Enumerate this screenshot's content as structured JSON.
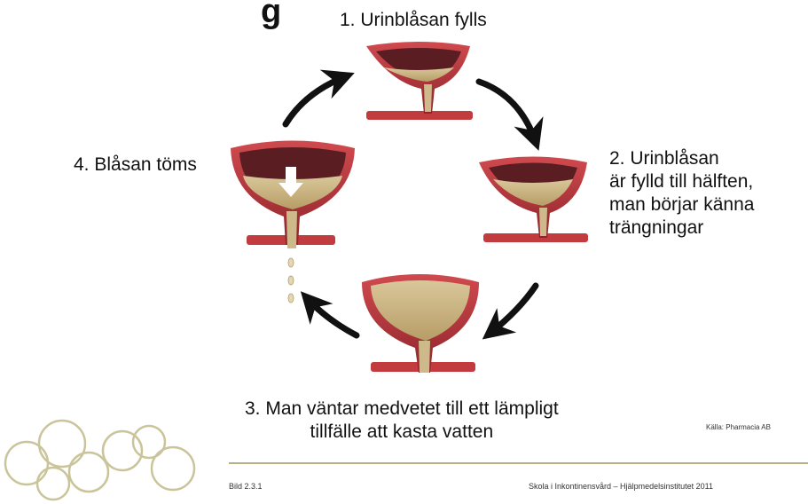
{
  "slide": {
    "title_fragment": "g",
    "steps": [
      {
        "label_lines": [
          "1. Urinblåsan fylls"
        ]
      },
      {
        "label_lines": [
          "2. Urinblåsan",
          "är fylld till hälften,",
          "man börjar känna",
          "trängningar"
        ]
      },
      {
        "label_lines": [
          "3. Man väntar medvetet till ett lämpligt",
          "tillfälle att kasta vatten"
        ]
      },
      {
        "label_lines": [
          "4. Blåsan töms"
        ]
      }
    ],
    "source": "Källa: Pharmacia AB",
    "footer_left": "Bild 2.3.1",
    "footer_right": "Skola i Inkontinensvård – Hjälpmedelsinstitutet 2011"
  },
  "colors": {
    "bladder_wall": "#b8323a",
    "bladder_wall_dark": "#7a1c22",
    "bladder_interior": "#5a1e22",
    "urine": "#cdb98a",
    "vessel": "#c23b3f",
    "arrow": "#111111",
    "rings": "#c9c49a"
  }
}
